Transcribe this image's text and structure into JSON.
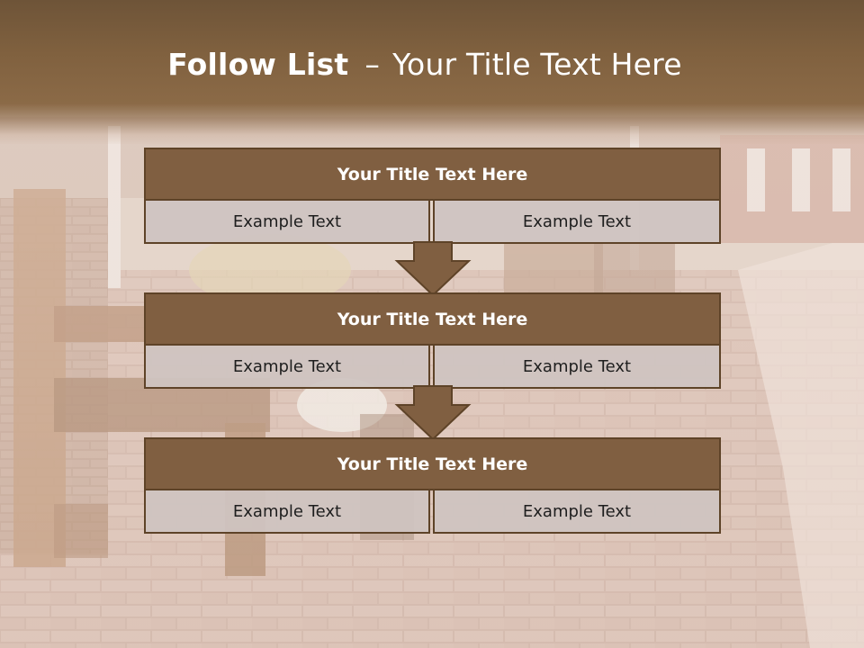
{
  "slide": {
    "title_bold": "Follow List",
    "title_separator": "–",
    "title_rest": "Your Title Text Here"
  },
  "steps": [
    {
      "title": "Your Title Text Here",
      "left": "Example Text",
      "right": "Example Text"
    },
    {
      "title": "Your Title Text Here",
      "left": "Example Text",
      "right": "Example Text"
    },
    {
      "title": "Your Title Text Here",
      "left": "Example Text",
      "right": "Example Text"
    }
  ],
  "colors": {
    "header_fill": "#805f41",
    "border": "#5e4328",
    "cell_fill": "#cfc4c1",
    "title_band": "#7a5c3d"
  },
  "icons": [
    "down-arrow-icon",
    "down-arrow-icon"
  ]
}
